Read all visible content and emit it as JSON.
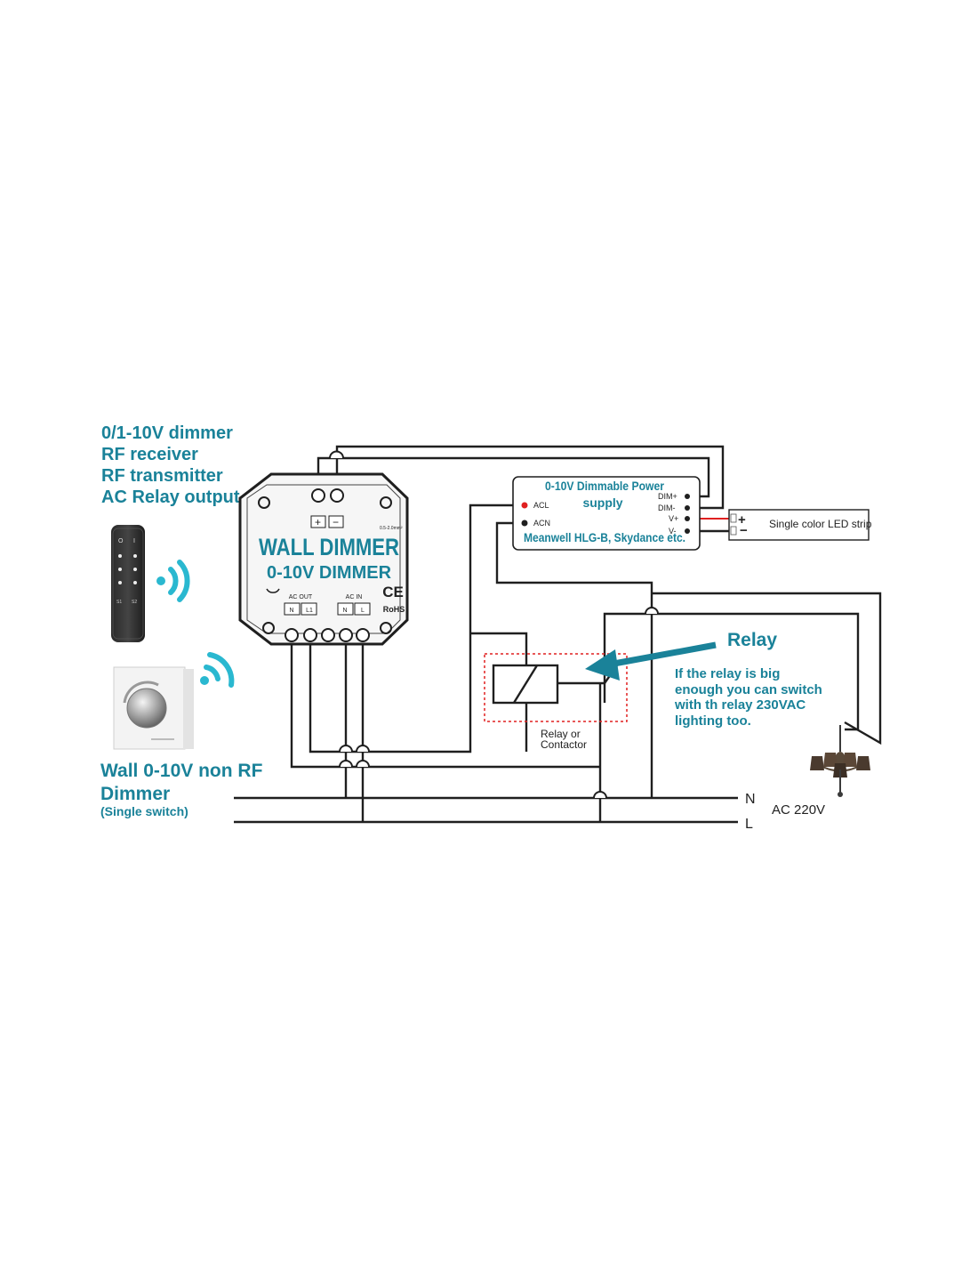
{
  "left_panel": {
    "features": [
      "0/1-10V dimmer",
      "RF receiver",
      "RF transmitter",
      "AC Relay output"
    ],
    "wall_dimmer_title_line1": "Wall 0-10V non RF",
    "wall_dimmer_title_line2": "Dimmer",
    "wall_dimmer_subtitle": "(Single switch)",
    "remote_buttons": [
      "O",
      "I",
      "",
      "",
      "",
      "",
      "",
      "",
      "S1",
      "S2"
    ]
  },
  "dimmer_module": {
    "title": "WALL DIMMER",
    "subtitle": "0-10V DIMMER",
    "plus": "+",
    "minus": "−",
    "wire_spec": "0.5-2.0mm²",
    "ac_out_label": "AC OUT",
    "ac_in_label": "AC IN",
    "ac_out_terminals": [
      "N",
      "L1"
    ],
    "ac_in_terminals": [
      "N",
      "L"
    ],
    "ce_mark": "CE",
    "rohs": "RoHS"
  },
  "power_supply": {
    "title_line1": "0-10V Dimmable Power",
    "title_line2": "supply",
    "models": "Meanwell HLG-B, Skydance etc.",
    "inputs": [
      "ACL",
      "ACN"
    ],
    "outputs": [
      "DIM+",
      "DIM-",
      "V+",
      "V-"
    ]
  },
  "led_strip": {
    "label": "Single color LED strip",
    "plus": "+",
    "minus": "−"
  },
  "relay": {
    "box_label_line1": "Relay or",
    "box_label_line2": "Contactor",
    "callout_title": "Relay",
    "callout_text": [
      "If the relay is big",
      "enough you can switch",
      "with th relay 230VAC",
      "lighting too."
    ]
  },
  "mains": {
    "n_label": "N",
    "l_label": "L",
    "voltage": "AC 220V"
  },
  "colors": {
    "accent": "#1a8299",
    "wifi": "#2ab8d0",
    "wire": "#1f1f1f",
    "red": "#e02020",
    "relay_box": "#e02020"
  },
  "icons": [
    "remote-control-icon",
    "wifi-signal-icon",
    "wall-dimmer-panel-icon",
    "chandelier-icon",
    "arrow-icon"
  ]
}
